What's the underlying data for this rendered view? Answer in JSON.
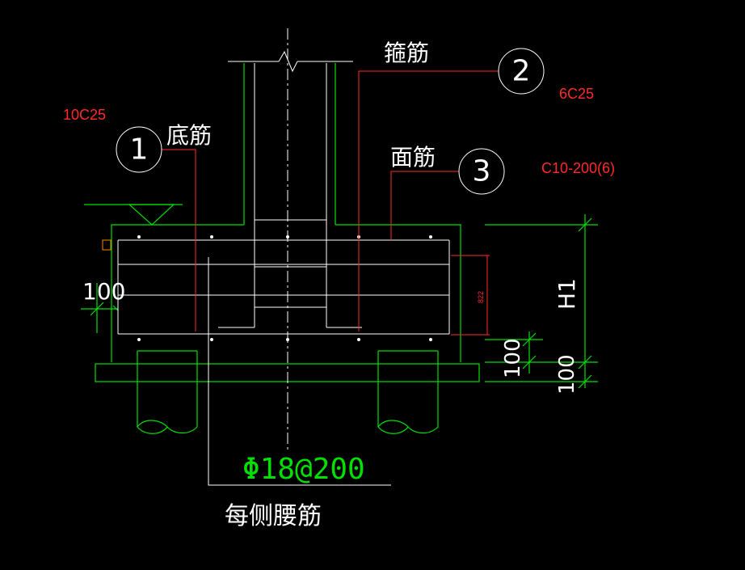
{
  "labels": {
    "bottom_bar": "底筋",
    "stirrup": "箍筋",
    "top_bar": "面筋",
    "waist_bar": "每侧腰筋"
  },
  "callouts": {
    "bubble_1": "1",
    "bubble_2": "2",
    "bubble_3": "3"
  },
  "specs": {
    "bottom_bar_spec": "10C25",
    "stirrup_spec": "6C25",
    "top_bar_spec": "C10-200(6)",
    "waist_bar_spec": "Φ18@200"
  },
  "dimensions": {
    "left_100": "100",
    "right_100_upper": "100",
    "right_100_lower": "100",
    "h1": "H1",
    "small_822": "822"
  },
  "colors": {
    "background": "#000000",
    "structure": "#00e000",
    "rebar": "#ffffff",
    "leader": "#ff2a2a",
    "spec_text": "#ff2a2a"
  }
}
